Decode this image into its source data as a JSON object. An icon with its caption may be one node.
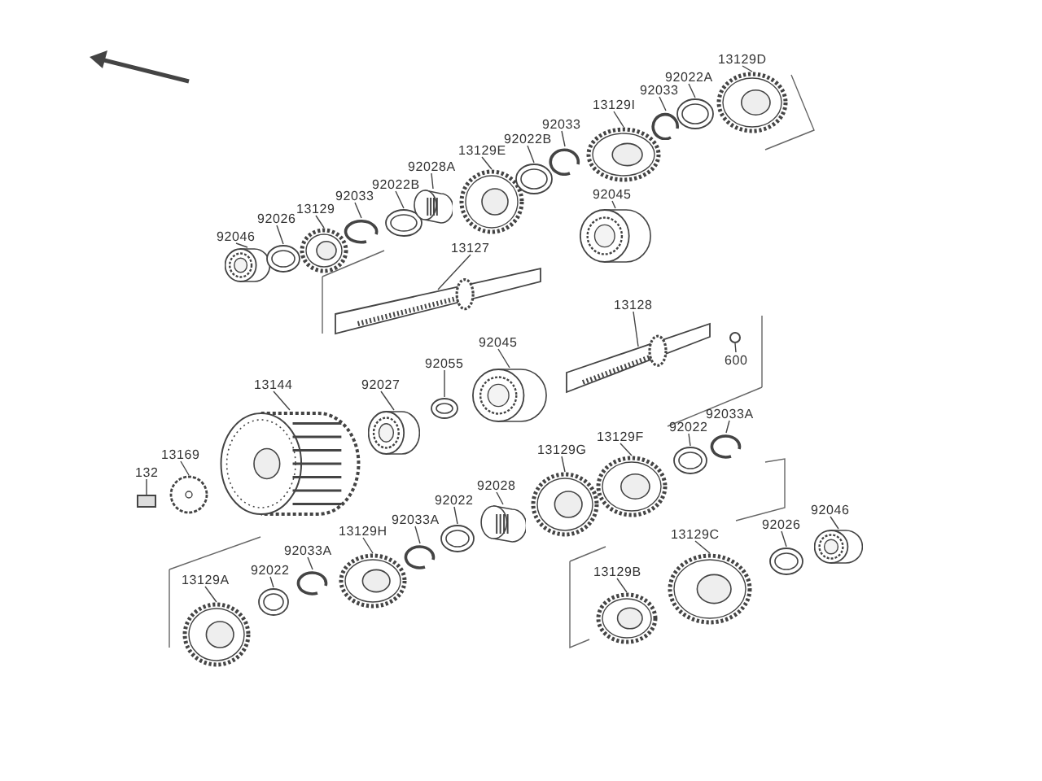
{
  "diagram": {
    "nodes": [
      {
        "text": [
          "92046"
        ]
      },
      {
        "text": [],
        "shape": "picture"
      },
      {
        "text": [
          "92026"
        ]
      },
      {
        "text": [],
        "shape": "picture"
      },
      {
        "text": [
          "13129"
        ]
      },
      {
        "text": [],
        "shape": "picture"
      },
      {
        "text": [
          "92033"
        ]
      },
      {
        "text": [],
        "shape": "picture"
      },
      {
        "text": [
          "92022B"
        ]
      },
      {
        "text": [],
        "shape": "picture"
      },
      {
        "text": [
          "92028A"
        ]
      },
      {
        "text": [],
        "shape": "picture"
      },
      {
        "text": [
          "13129E"
        ]
      },
      {
        "text": [],
        "shape": "picture"
      },
      {
        "text": [
          "92022B"
        ]
      },
      {
        "text": [],
        "shape": "picture"
      },
      {
        "text": [
          "92033"
        ]
      },
      {
        "text": [],
        "shape": "picture"
      },
      {
        "text": [
          "13129I"
        ]
      },
      {
        "text": [],
        "shape": "picture"
      },
      {
        "text": [
          "92033"
        ]
      },
      {
        "text": [],
        "shape": "picture"
      },
      {
        "text": [
          "92022A"
        ]
      },
      {
        "text": [],
        "shape": "picture"
      },
      {
        "text": [
          "13129D"
        ]
      },
      {
        "text": [],
        "shape": "picture"
      },
      {
        "text": [
          "92045"
        ]
      },
      {
        "text": [],
        "shape": "picture"
      },
      {
        "text": [
          "13127"
        ]
      },
      {
        "text": [],
        "shape": "picture"
      },
      {
        "text": [
          "13128"
        ]
      },
      {
        "text": [],
        "shape": "picture"
      },
      {
        "text": [
          "600"
        ]
      },
      {
        "text": [],
        "shape": "circle"
      },
      {
        "text": [
          "92055"
        ]
      },
      {
        "text": [],
        "shape": "picture"
      },
      {
        "text": [
          "92045"
        ]
      },
      {
        "text": [],
        "shape": "picture"
      },
      {
        "text": [
          "92027"
        ]
      },
      {
        "text": [],
        "shape": "picture"
      },
      {
        "text": [
          "13144"
        ]
      },
      {
        "text": [],
        "shape": "picture"
      },
      {
        "text": [
          "13169"
        ]
      },
      {
        "text": [],
        "shape": "picture"
      },
      {
        "text": [
          "132"
        ]
      },
      {
        "text": [],
        "shape": "box"
      },
      {
        "text": [
          "92033A"
        ]
      },
      {
        "text": [],
        "shape": "picture"
      },
      {
        "text": [
          "92022"
        ]
      },
      {
        "text": [],
        "shape": "picture"
      },
      {
        "text": [
          "13129F"
        ]
      },
      {
        "text": [],
        "shape": "picture"
      },
      {
        "text": [
          "13129G"
        ]
      },
      {
        "text": [],
        "shape": "picture"
      },
      {
        "text": [
          "92028"
        ]
      },
      {
        "text": [],
        "shape": "picture"
      },
      {
        "text": [
          "92022"
        ]
      },
      {
        "text": [],
        "shape": "picture"
      },
      {
        "text": [
          "92033A"
        ]
      },
      {
        "text": [],
        "shape": "picture"
      },
      {
        "text": [
          "13129H"
        ]
      },
      {
        "text": [],
        "shape": "picture"
      },
      {
        "text": [
          "92033A"
        ]
      },
      {
        "text": [],
        "shape": "picture"
      },
      {
        "text": [
          "92022"
        ]
      },
      {
        "text": [],
        "shape": "picture"
      },
      {
        "text": [
          "13129A"
        ]
      },
      {
        "text": [],
        "shape": "picture"
      },
      {
        "text": [
          "13129C"
        ]
      },
      {
        "text": [],
        "shape": "picture"
      },
      {
        "text": [
          "13129B"
        ]
      },
      {
        "text": [],
        "shape": "picture"
      },
      {
        "text": [
          "92026"
        ]
      },
      {
        "text": [],
        "shape": "picture"
      },
      {
        "text": [
          "92046"
        ]
      },
      {
        "text": [],
        "shape": "picture"
      }
    ],
    "edges": [
      {
        "from": 0,
        "to": 1,
        "arrow": "none"
      },
      {
        "from": 2,
        "to": 3,
        "arrow": "none"
      },
      {
        "from": 4,
        "to": 5,
        "arrow": "none"
      },
      {
        "from": 6,
        "to": 7,
        "arrow": "none"
      },
      {
        "from": 8,
        "to": 9,
        "arrow": "none"
      },
      {
        "from": 10,
        "to": 11,
        "arrow": "none"
      },
      {
        "from": 12,
        "to": 13,
        "arrow": "none"
      },
      {
        "from": 14,
        "to": 15,
        "arrow": "none"
      },
      {
        "from": 16,
        "to": 17,
        "arrow": "none"
      },
      {
        "from": 18,
        "to": 19,
        "arrow": "none"
      },
      {
        "from": 20,
        "to": 21,
        "arrow": "none"
      },
      {
        "from": 22,
        "to": 23,
        "arrow": "none"
      },
      {
        "from": 24,
        "to": 25,
        "arrow": "none"
      },
      {
        "from": 26,
        "to": 27,
        "arrow": "none"
      },
      {
        "from": 28,
        "to": 29,
        "arrow": "none"
      },
      {
        "from": 30,
        "to": 31,
        "arrow": "none"
      },
      {
        "from": 32,
        "to": 33,
        "arrow": "none"
      },
      {
        "from": 34,
        "to": 35,
        "arrow": "none"
      },
      {
        "from": 36,
        "to": 37,
        "arrow": "none"
      },
      {
        "from": 38,
        "to": 39,
        "arrow": "none"
      },
      {
        "from": 40,
        "to": 41,
        "arrow": "none"
      },
      {
        "from": 42,
        "to": 43,
        "arrow": "none"
      },
      {
        "from": 44,
        "to": 45,
        "arrow": "none"
      },
      {
        "from": 46,
        "to": 47,
        "arrow": "none"
      },
      {
        "from": 48,
        "to": 49,
        "arrow": "none"
      },
      {
        "from": 50,
        "to": 51,
        "arrow": "none"
      },
      {
        "from": 52,
        "to": 53,
        "arrow": "none"
      },
      {
        "from": 54,
        "to": 55,
        "arrow": "none"
      },
      {
        "from": 56,
        "to": 57,
        "arrow": "none"
      },
      {
        "from": 58,
        "to": 59,
        "arrow": "none"
      },
      {
        "from": 60,
        "to": 61,
        "arrow": "none"
      },
      {
        "from": 62,
        "to": 63,
        "arrow": "none"
      },
      {
        "from": 64,
        "to": 65,
        "arrow": "none"
      },
      {
        "from": 66,
        "to": 67,
        "arrow": "none"
      },
      {
        "from": 68,
        "to": 69,
        "arrow": "none"
      },
      {
        "from": 70,
        "to": 71,
        "arrow": "none"
      },
      {
        "from": 72,
        "to": 73,
        "arrow": "none"
      },
      {
        "from": 74,
        "to": 75,
        "arrow": "none"
      }
    ]
  }
}
